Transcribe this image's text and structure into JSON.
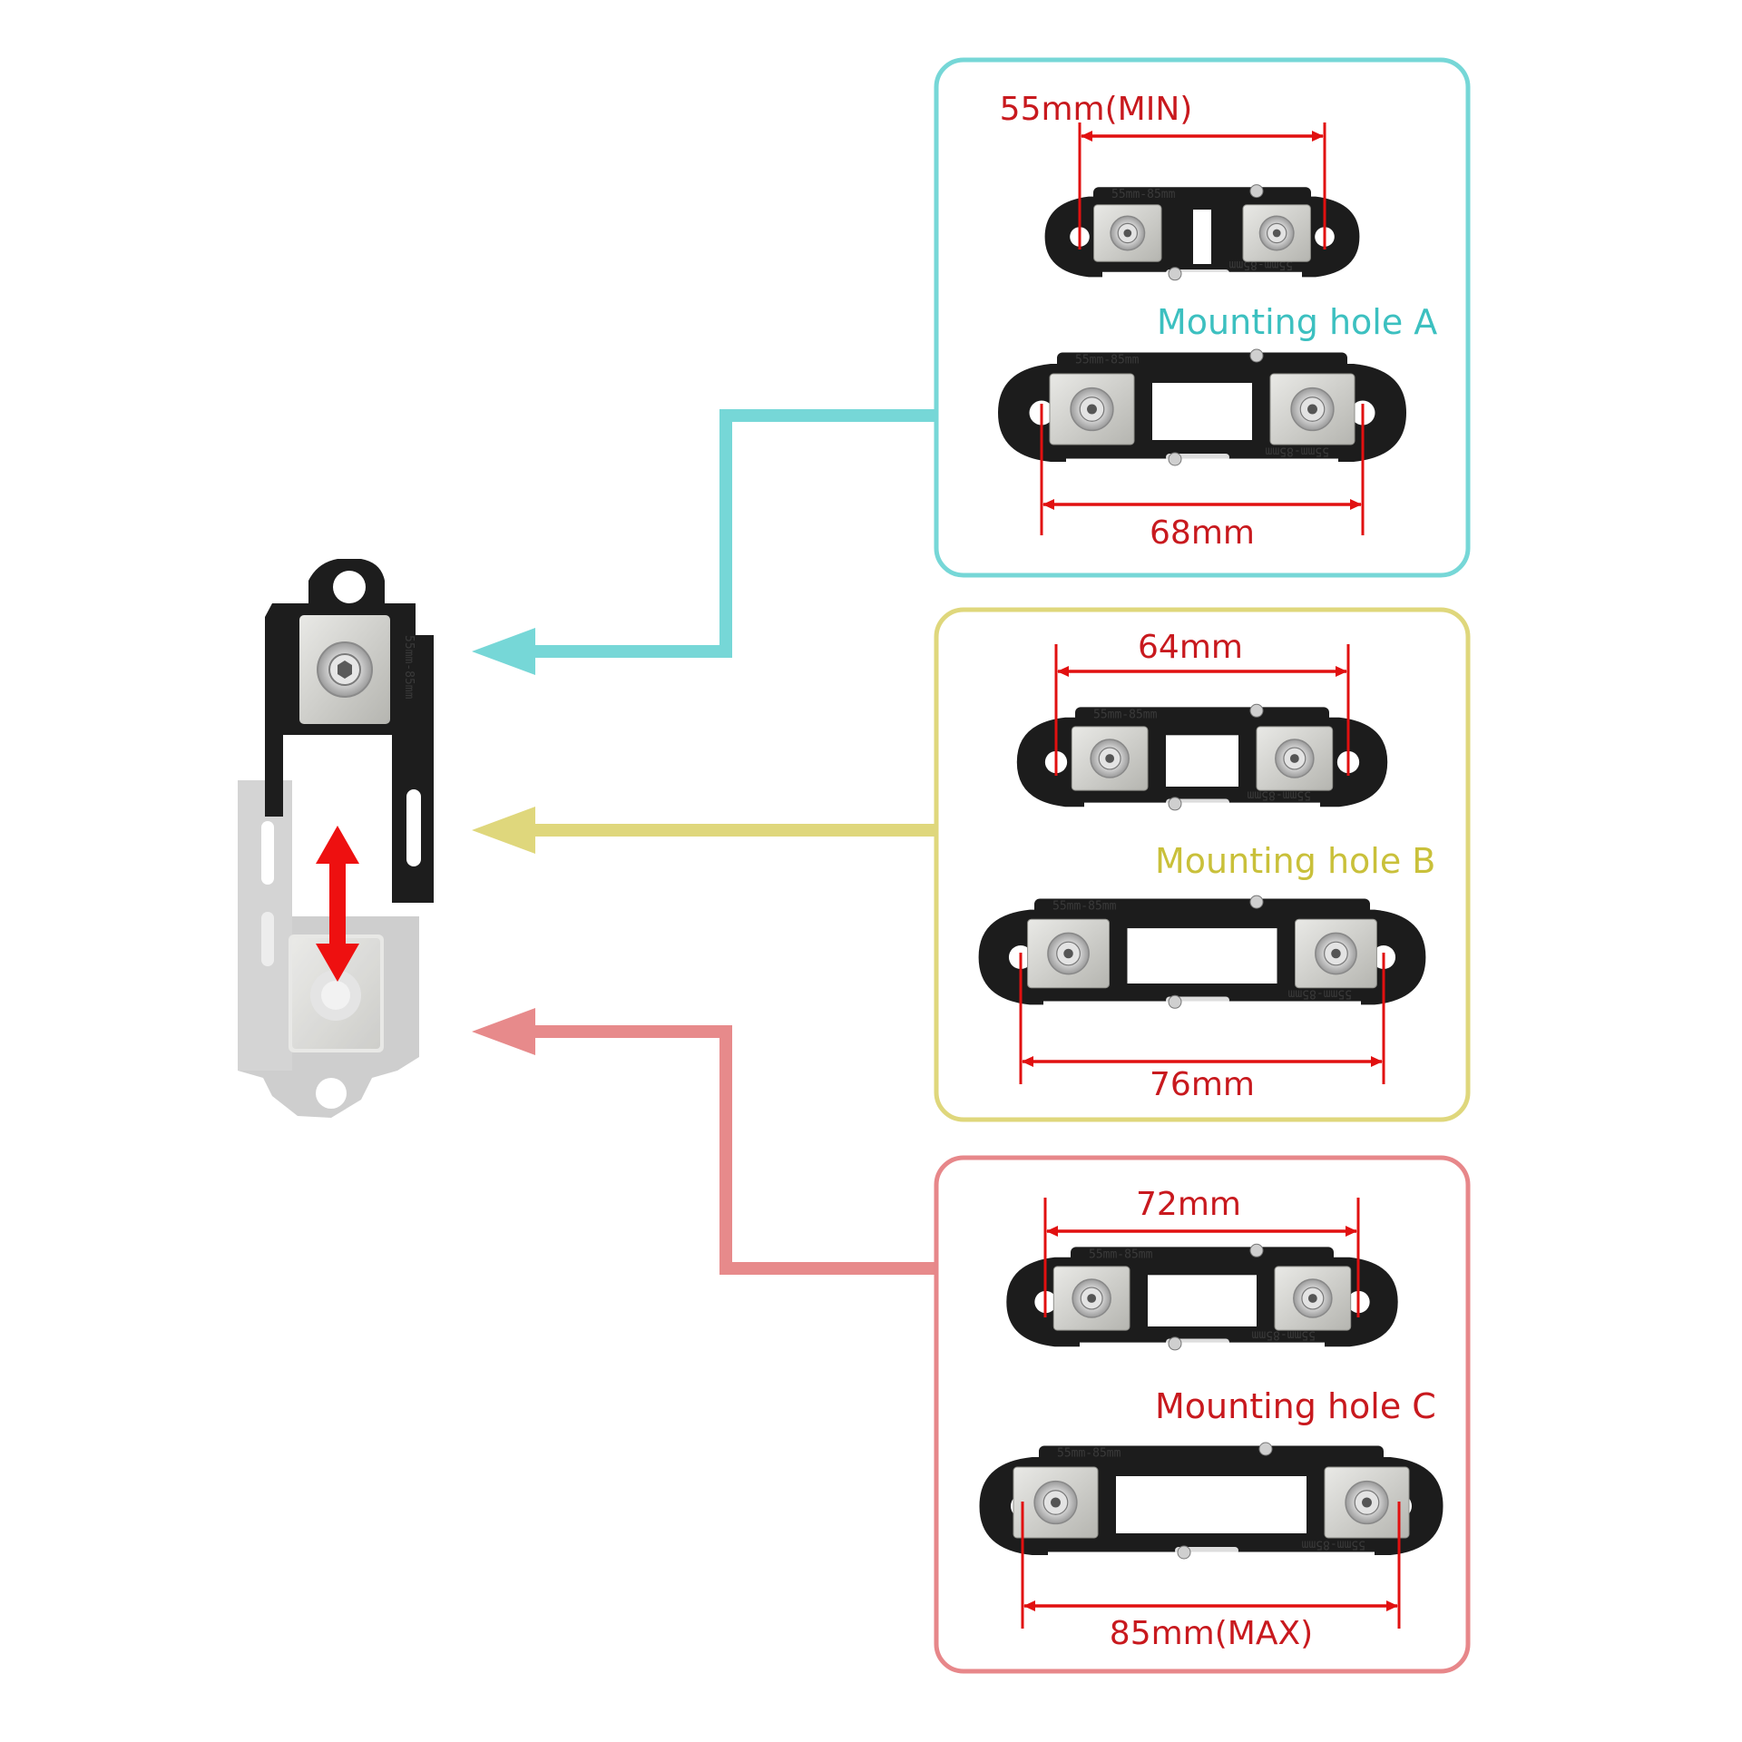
{
  "colors": {
    "cyan": "#76d7d7",
    "yellow": "#dfd77c",
    "red_arrow": "#e78a8b",
    "dimension_red": "#e11010",
    "label_cyan": "#3cc0c0",
    "label_yellow": "#c9c03a",
    "label_red": "#c8191e",
    "panel_red_border": "#e7878a"
  },
  "engraving": "55mm-85mm",
  "panels": [
    {
      "id": "A",
      "label": "Mounting hole A",
      "top_dimension": "55mm(MIN)",
      "bottom_dimension": "68mm"
    },
    {
      "id": "B",
      "label": "Mounting hole B",
      "top_dimension": "64mm",
      "bottom_dimension": "76mm"
    },
    {
      "id": "C",
      "label": "Mounting hole C",
      "top_dimension": "72mm",
      "bottom_dimension": "85mm(MAX)"
    }
  ]
}
